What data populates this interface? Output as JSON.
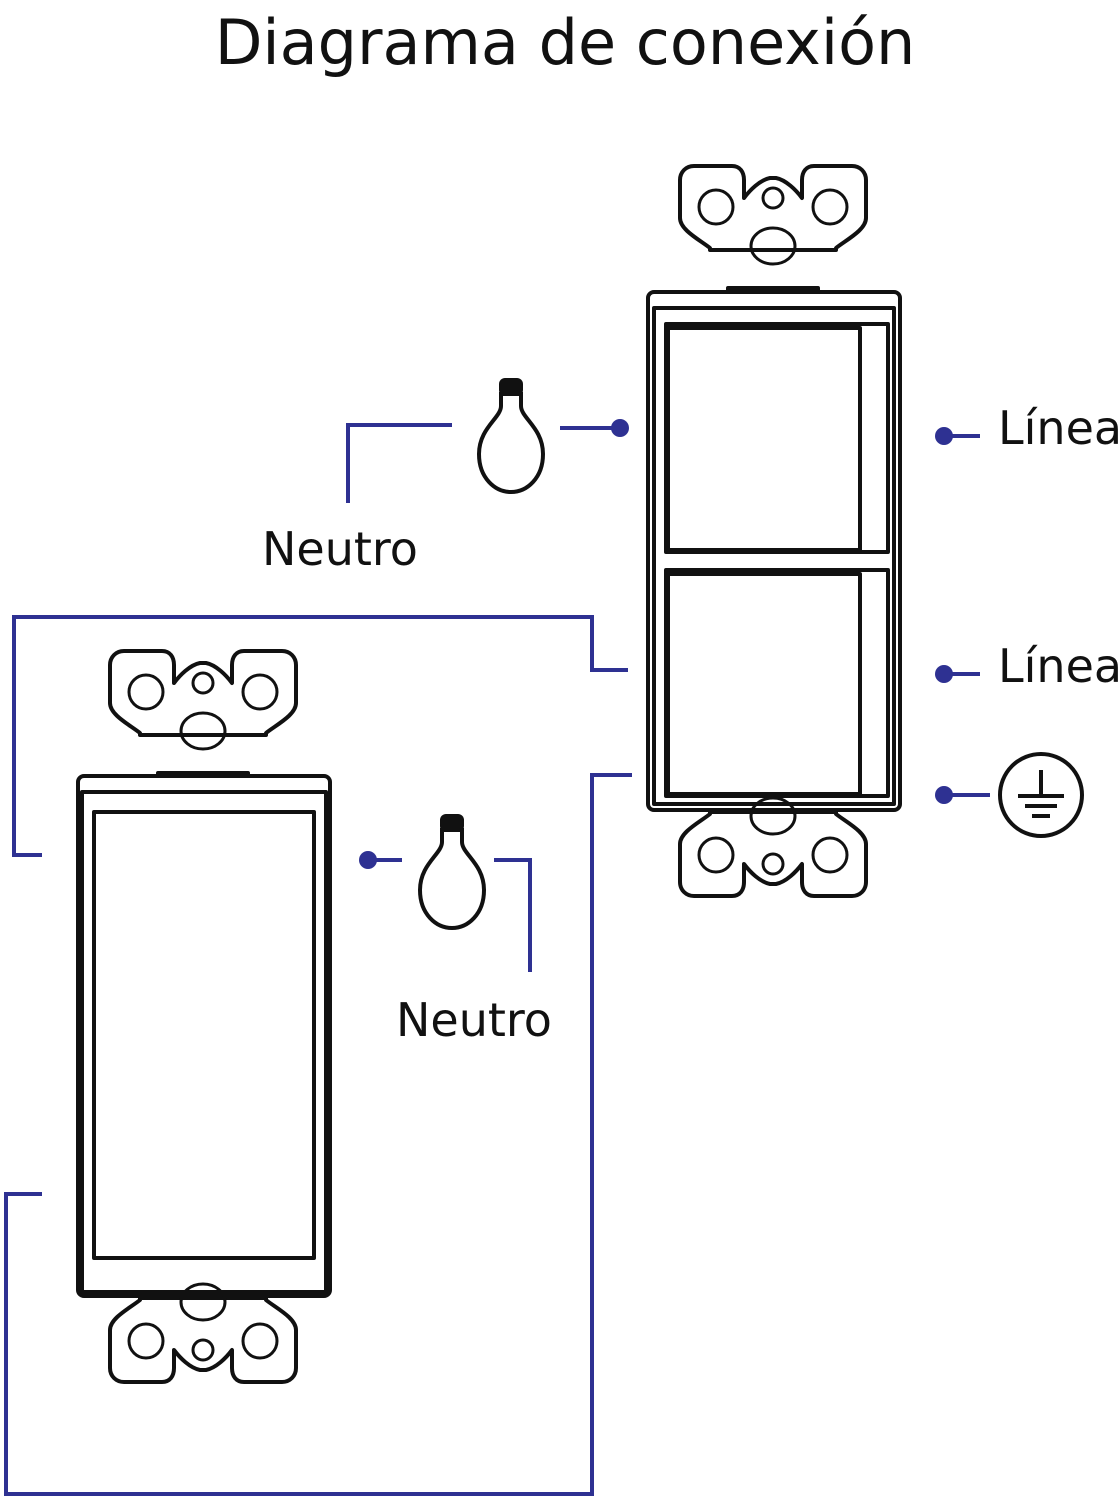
{
  "diagram": {
    "title": "Diagrama de conexión",
    "labels": {
      "neutral_top": "Neutro",
      "neutral_bottom": "Neutro",
      "line_top": "Línea",
      "line_bottom": "Línea"
    },
    "icons": {
      "bulb": "light-bulb-icon",
      "ground": "ground-symbol-icon"
    },
    "colors": {
      "wire": "#2e3192",
      "outline": "#111111",
      "background": "#ffffff"
    }
  }
}
